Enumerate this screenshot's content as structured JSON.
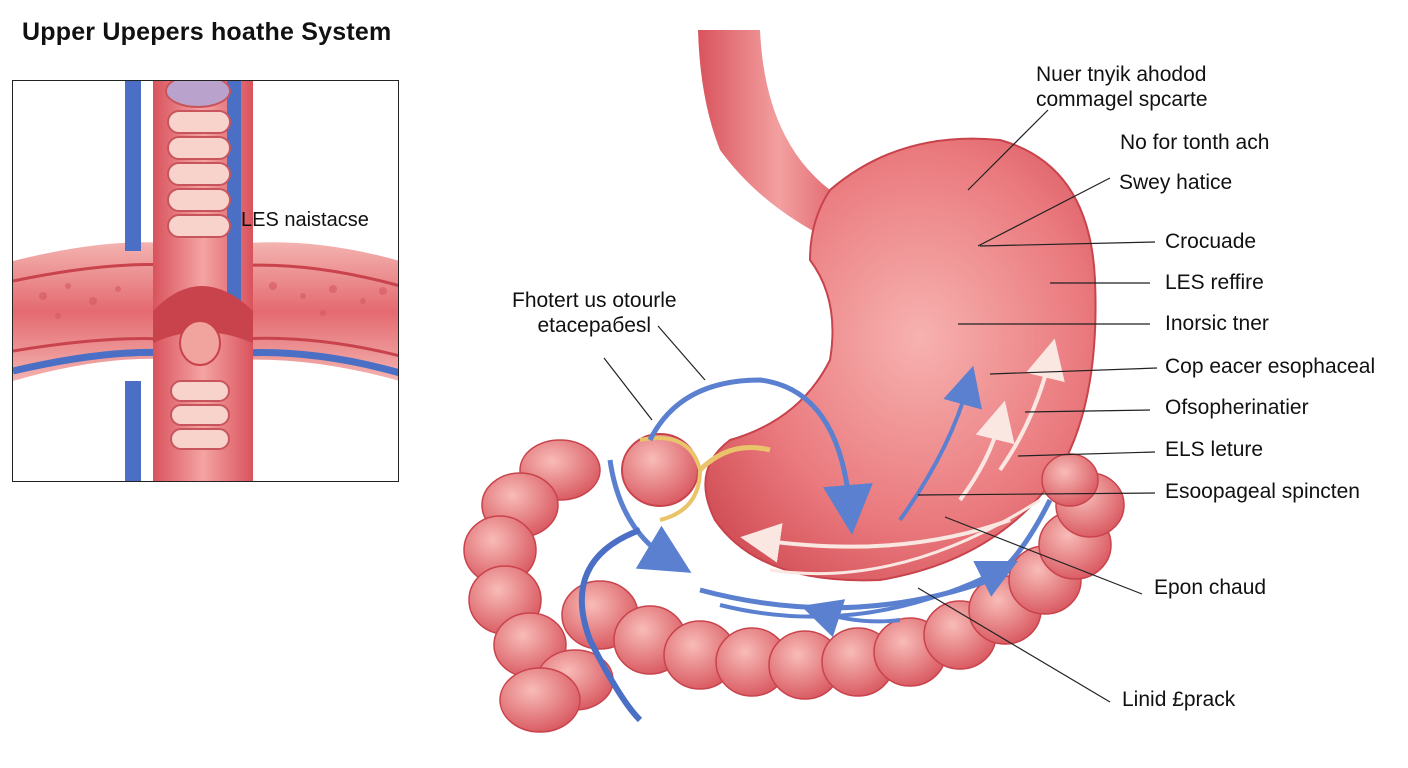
{
  "title": "Upper Upepers hoathe System",
  "inset": {
    "label": "LES naistacse"
  },
  "labels": {
    "top_block_line1": "Nuer tnyik ahodod",
    "top_block_line2": "commagel spcarte",
    "left_block_line1": "Fhotert us otourle",
    "left_block_line2": "etacepaбesl",
    "right": [
      "No for tonth ach",
      "Swey hatice",
      "Crocuade",
      "LES reffire",
      "Inorsic tner",
      "Cop eacer esophaceal",
      "Ofsopherinatier",
      "ELS leture",
      "Esoopageal  spincten",
      "Epon chaud",
      "Linid £prack"
    ]
  },
  "colors": {
    "tissue": "#e8727a",
    "tissue_light": "#f4a8a8",
    "tissue_dark": "#c9434c",
    "vessel_blue": "#4a6fc4",
    "arrow_blue": "#5b80d0",
    "highlight": "#fbe7e2",
    "yellow": "#e9c46a"
  }
}
